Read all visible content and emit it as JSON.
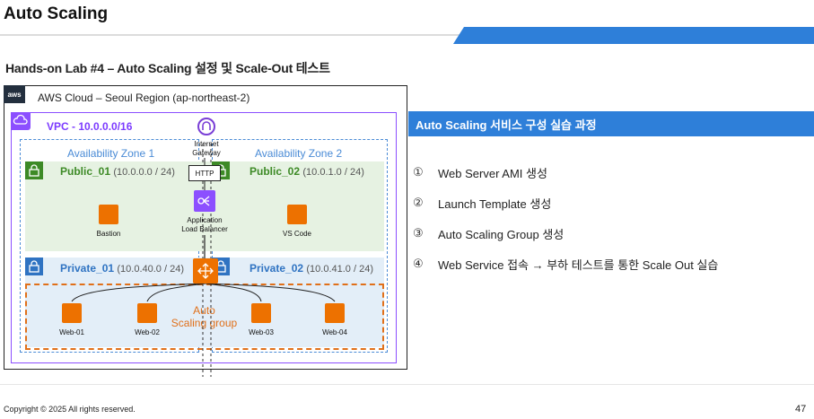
{
  "header": {
    "title": "Auto Scaling",
    "subtitle": "Hands-on Lab #4 – Auto Scaling 설정 및 Scale-Out 테스트",
    "accent_color": "#2e7fd9"
  },
  "diagram": {
    "aws_logo": "aws",
    "cloud_label": "AWS Cloud – Seoul Region (ap-northeast-2)",
    "vpc_label": "VPC - 10.0.0.0/16",
    "az1_label": "Availability Zone 1",
    "az2_label": "Availability Zone 2",
    "public_01": {
      "name": "Public_01",
      "cidr": "(10.0.0.0 / 24)"
    },
    "public_02": {
      "name": "Public_02",
      "cidr": "(10.0.1.0 / 24)"
    },
    "private_01": {
      "name": "Private_01",
      "cidr": "(10.0.40.0 / 24)"
    },
    "private_02": {
      "name": "Private_02",
      "cidr": "(10.0.41.0 / 24)"
    },
    "igw_label_1": "Internet",
    "igw_label_2": "Gateway",
    "http_label": "HTTP",
    "alb_label_1": "Application",
    "alb_label_2": "Load Balancer",
    "bastion_label": "Bastion",
    "vscode_label": "VS Code",
    "asg_label_1": "Auto",
    "asg_label_2": "Scaling group",
    "web_labels": [
      "Web-01",
      "Web-02",
      "Web-03",
      "Web-04"
    ],
    "colors": {
      "vpc": "#8c4fff",
      "public": "#3d8a26",
      "private": "#2f73c2",
      "ec2": "#ed7100",
      "asg": "#e0701a"
    }
  },
  "side_panel": {
    "title": "Auto Scaling 서비스 구성 실습 과정",
    "steps": [
      {
        "num": "①",
        "text": "Web Server AMI 생성"
      },
      {
        "num": "②",
        "text": "Launch Template 생성"
      },
      {
        "num": "③",
        "text": "Auto Scaling Group 생성"
      },
      {
        "num": "④",
        "text": "Web Service 접속 → 부하 테스트를 통한 Scale Out 실습"
      }
    ]
  },
  "footer": {
    "copyright": "Copyright © 2025 All rights reserved.",
    "page_number": "47"
  }
}
